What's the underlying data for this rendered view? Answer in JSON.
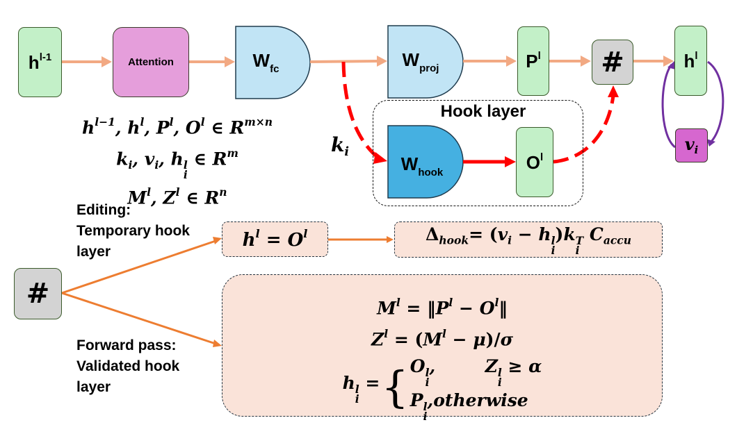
{
  "diagram": {
    "top_flow": {
      "input": {
        "base": "h",
        "sup": "l-1"
      },
      "attention": "Attention",
      "w_fc": {
        "base": "W",
        "sub": "fc"
      },
      "w_proj": {
        "base": "W",
        "sub": "proj"
      },
      "p": {
        "base": "P",
        "sup": "l"
      },
      "combine": "#",
      "output": {
        "base": "h",
        "sup": "l"
      },
      "value": {
        "base": "v",
        "sub": "i"
      }
    },
    "hook_layer": {
      "title": "Hook layer",
      "w_hook": {
        "base": "W",
        "sub": "hook"
      },
      "o": {
        "base": "O",
        "sup": "l"
      },
      "key_label": {
        "base": "k",
        "sub": "i"
      }
    },
    "definitions": {
      "line1": {
        "vars": [
          "h",
          "h",
          "P",
          "O"
        ],
        "sups": [
          "l−1",
          "l",
          "l",
          "l"
        ],
        "space": "R",
        "dim": "m×n"
      },
      "line2": {
        "vars": [
          "k",
          "v",
          "h"
        ],
        "subs": [
          "i",
          "i",
          "i"
        ],
        "sups": [
          "",
          "",
          "l"
        ],
        "space": "R",
        "dim": "m"
      },
      "line3": {
        "vars": [
          "M",
          "Z"
        ],
        "sups": [
          "l",
          "l"
        ],
        "space": "R",
        "dim": "n"
      },
      "elem": "∈"
    },
    "modes": {
      "combine": "#",
      "editing": {
        "label_lines": [
          "Editing:",
          "Temporary hook",
          "layer"
        ],
        "assign": {
          "lhs": "h",
          "lhs_sup": "l",
          "eq": "=",
          "rhs": "O",
          "rhs_sup": "l"
        },
        "update": {
          "delta": "Δ",
          "delta_sub": "hook",
          "eq": "=",
          "open": "(",
          "v": "v",
          "v_sub": "i",
          "minus": "−",
          "h": "h",
          "h_sup": "l",
          "h_sub": "i",
          "close": ")",
          "k": "k",
          "k_sup": "T",
          "k_sub": "i",
          "c": "C",
          "c_sub": "accu"
        }
      },
      "forward": {
        "label_lines": [
          "Forward pass:",
          "Validated hook",
          "layer"
        ],
        "eq1": {
          "lhs": "M",
          "sup": "l",
          "eq": "=",
          "norm_open": "‖",
          "a": "P",
          "a_sup": "l",
          "minus": "−",
          "b": "O",
          "b_sup": "l",
          "norm_close": "‖"
        },
        "eq2": {
          "lhs": "Z",
          "sup": "l",
          "eq": "=",
          "open": "(",
          "m": "M",
          "m_sup": "l",
          "minus": "−",
          "mu": "μ",
          "close": ")/",
          "sigma": "σ"
        },
        "eq3": {
          "lhs": "h",
          "lhs_sup": "l",
          "lhs_sub": "i",
          "eq": "=",
          "brace": "{",
          "case1": {
            "val": "O",
            "sup": "l",
            "sub": "i",
            "comma": ",",
            "cond_var": "Z",
            "cond_sup": "l",
            "cond_sub": "i",
            "cond_op": "≥",
            "cond_rhs": "α"
          },
          "case2": {
            "val": "P",
            "sup": "l",
            "sub": "i",
            "comma": ",",
            "otherwise": "otherwise"
          }
        }
      }
    },
    "colors": {
      "flow_arrow": "#f2a983",
      "hook_arrow": "#ff0000",
      "loop_arrow": "#7030a0",
      "mode_arrow": "#ed7d31",
      "green": "#c3f0c8",
      "blue_light": "#c1e4f5",
      "blue_dark": "#45b0e1",
      "pink": "#e59edb",
      "magenta": "#d667cf",
      "gray": "#d3d3d3",
      "peach": "#fae3d9"
    }
  }
}
